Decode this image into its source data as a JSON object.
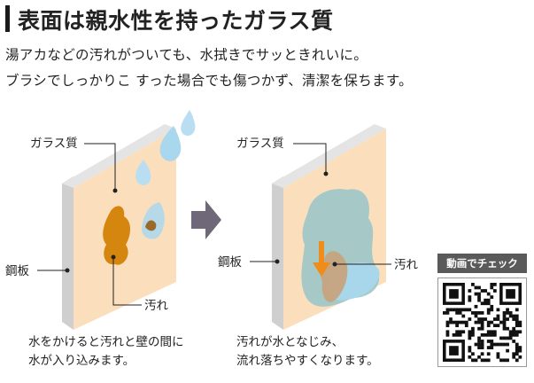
{
  "title": "表面は親水性を持ったガラス質",
  "intro": {
    "line1": "湯アカなどの汚れがついても、水拭きでサッときれいに。",
    "line2": "ブラシでしっかりこ すった場合でも傷つかず、清潔を保ちます。"
  },
  "left_panel": {
    "glass_label": "ガラス質",
    "steel_label": "鋼板",
    "stain_label": "汚れ",
    "caption_line1": "水をかけると汚れと壁の間に",
    "caption_line2": "水が入り込みます。"
  },
  "right_panel": {
    "glass_label": "ガラス質",
    "steel_label": "鋼板",
    "stain_label": "汚れ",
    "caption_line1": "汚れが水となじみ、",
    "caption_line2": "流れ落ちやすくなります。"
  },
  "video_badge": "動画でチェック",
  "colors": {
    "panel_face": "#fbe0c0",
    "panel_edge": "#d8d8d8",
    "steel_edge": "#b0b0b0",
    "water": "#a9d7ee",
    "stain": "#d5860f",
    "arrow": "#6e6878",
    "orange_arrow": "#f08c1a"
  }
}
